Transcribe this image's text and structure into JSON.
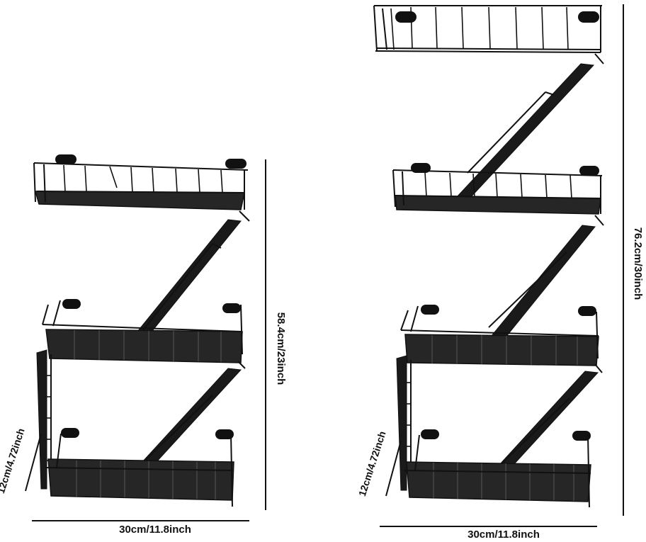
{
  "left_rack": {
    "height_label": "58.4cm/23inch",
    "width_label": "30cm/11.8inch",
    "depth_label": "12cm/4.72inch"
  },
  "right_rack": {
    "height_label": "76.2cm/30inch",
    "width_label": "30cm/11.8inch",
    "depth_label": "12cm/4.72inch"
  }
}
